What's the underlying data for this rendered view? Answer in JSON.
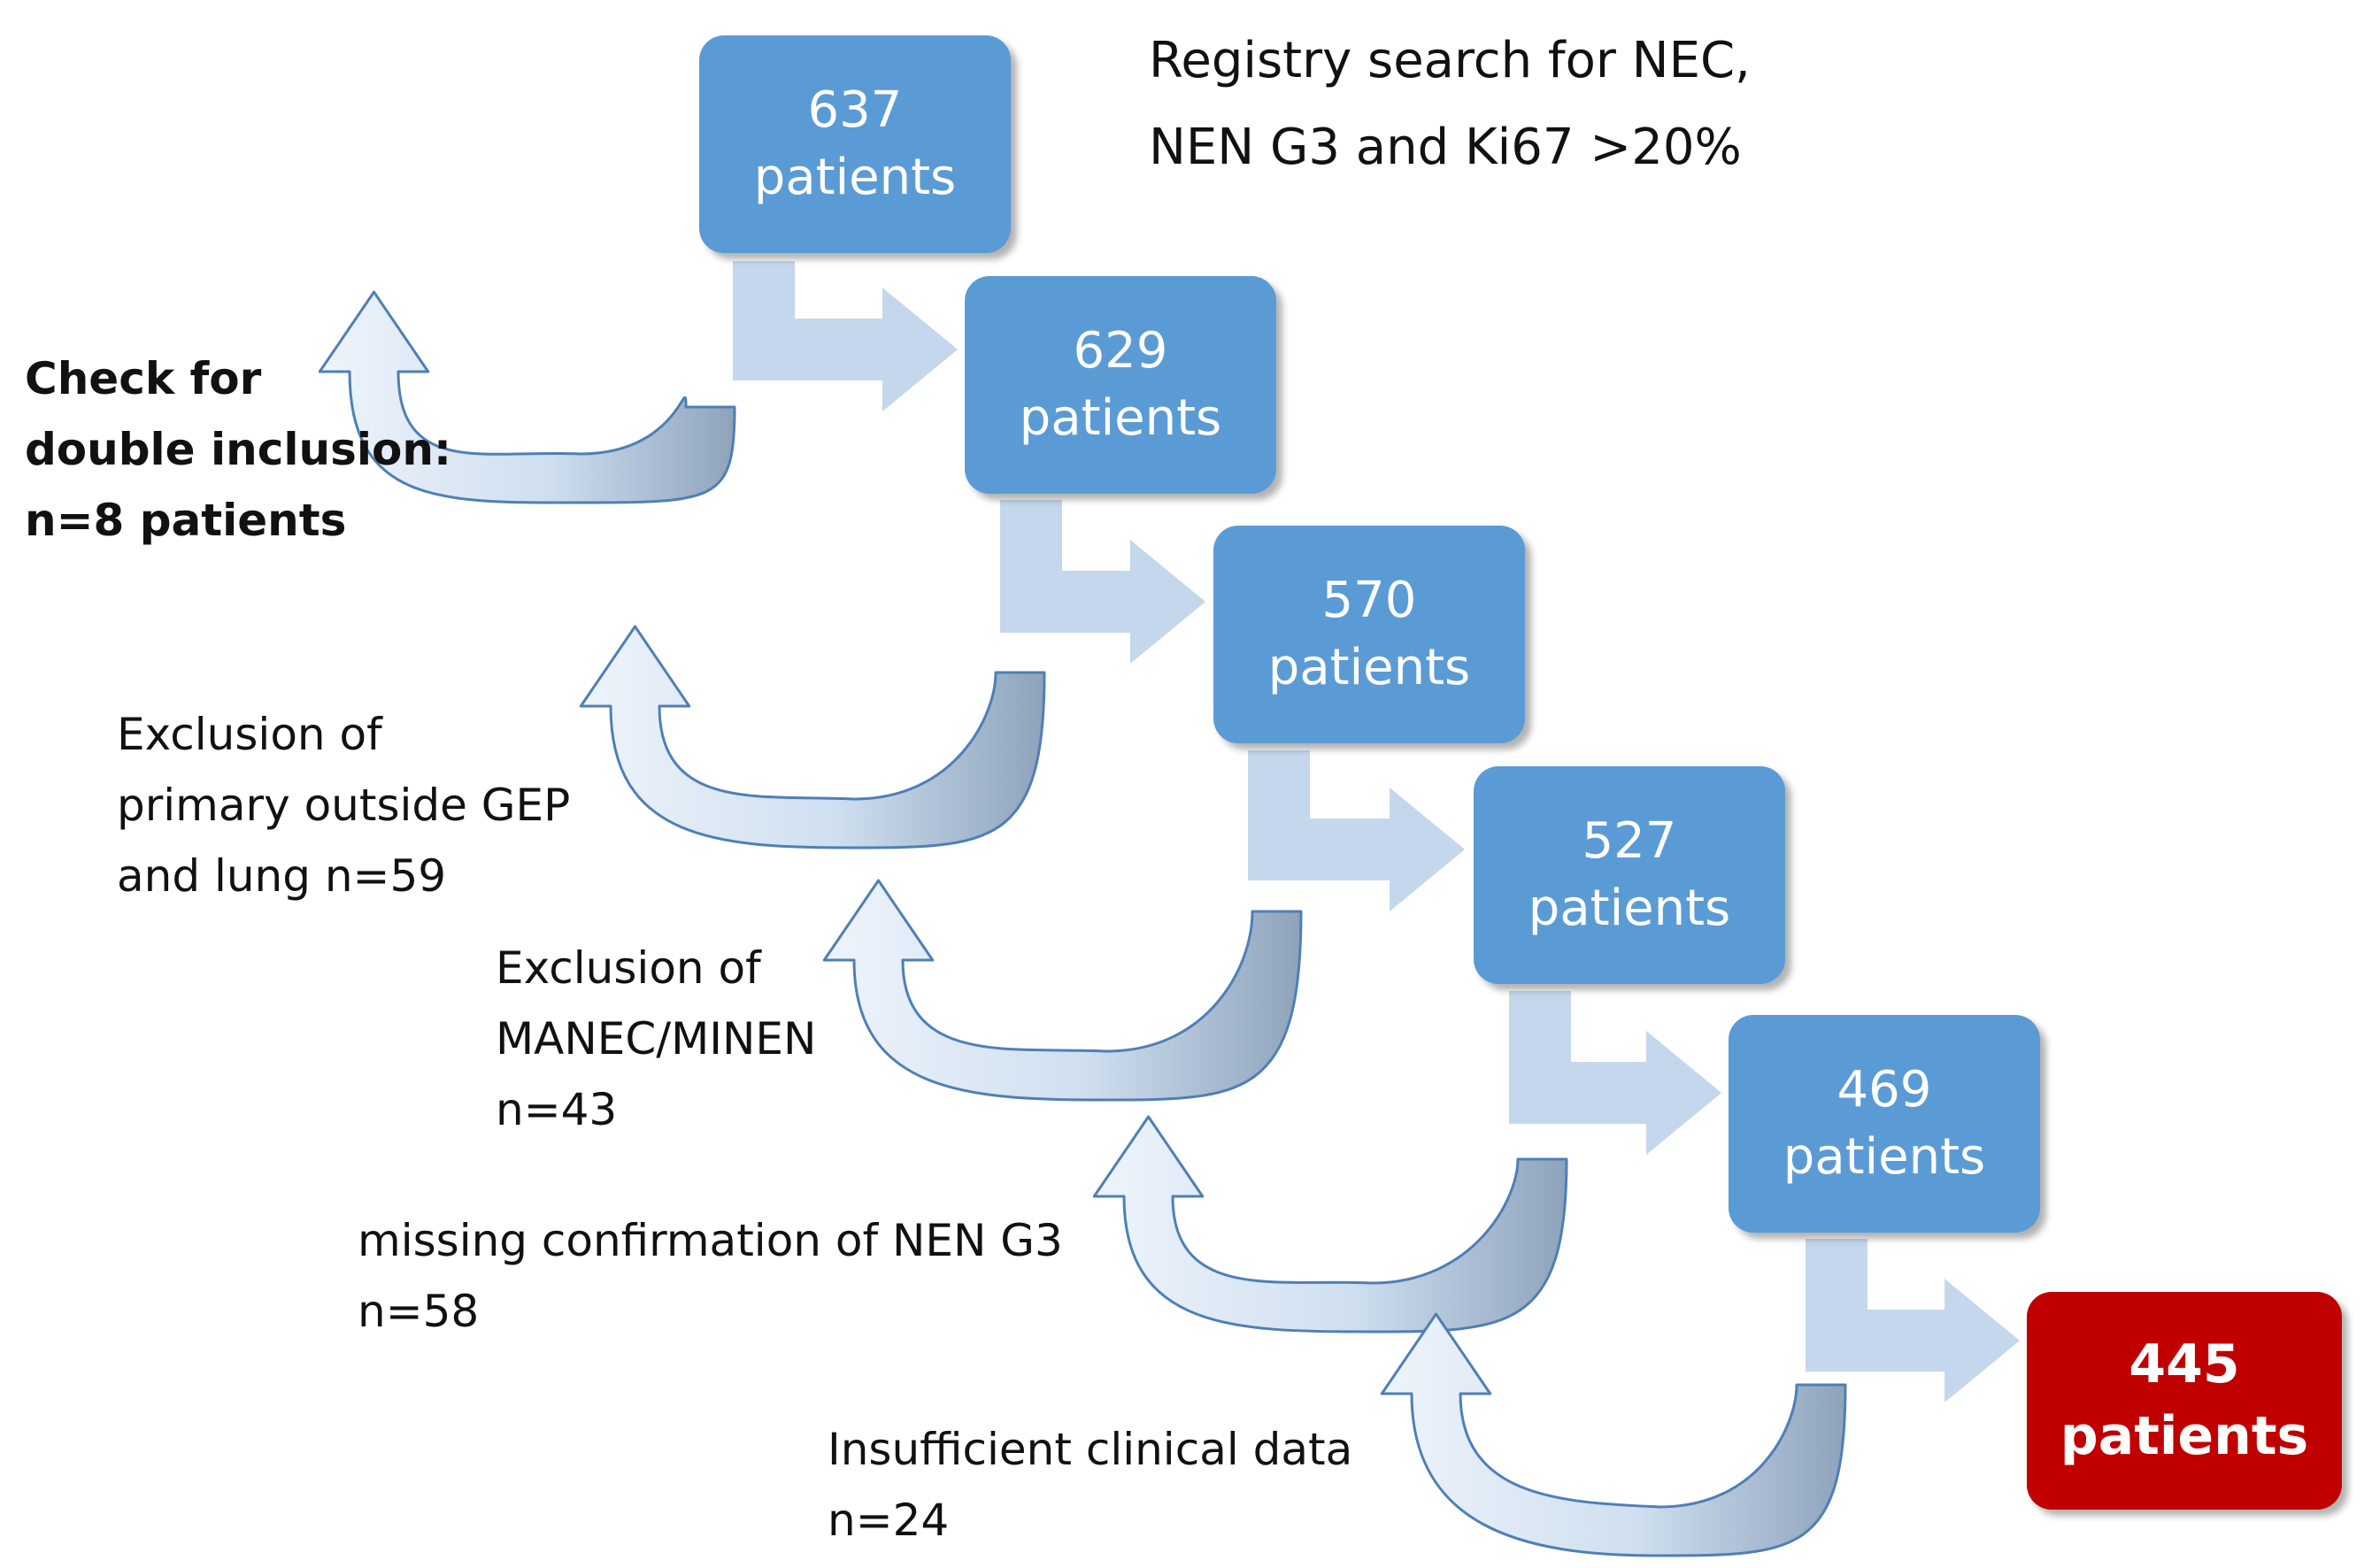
{
  "title_lines": [
    "Registry search for NEC,",
    "NEN G3 and Ki67 >20%"
  ],
  "steps": [
    {
      "number": "637",
      "label": "patients"
    },
    {
      "number": "629",
      "label": "patients"
    },
    {
      "number": "570",
      "label": "patients"
    },
    {
      "number": "527",
      "label": "patients"
    },
    {
      "number": "469",
      "label": "patients"
    },
    {
      "number": "445",
      "label": "patients"
    }
  ],
  "exclusions": [
    {
      "lines": [
        "Check for",
        "double inclusion:",
        "n=8 patients"
      ]
    },
    {
      "lines": [
        "Exclusion of",
        "primary outside GEP",
        "and lung n=59"
      ]
    },
    {
      "lines": [
        "Exclusion of",
        "MANEC/MINEN",
        "n=43"
      ]
    },
    {
      "lines": [
        "missing confirmation of NEN G3",
        "n=58"
      ]
    },
    {
      "lines": [
        "Insufficient clinical data",
        "n=24"
      ]
    }
  ],
  "colors": {
    "box": "#5b9bd5",
    "final_box": "#c00000",
    "arrow": "#c5d7ec",
    "curve_light": "#dce8f5",
    "curve_dark": "#a9b5c4",
    "curve_edge": "#4f7fb5"
  },
  "icons": [
    "bent-arrow-icon",
    "curved-u-turn-arrow-icon"
  ]
}
